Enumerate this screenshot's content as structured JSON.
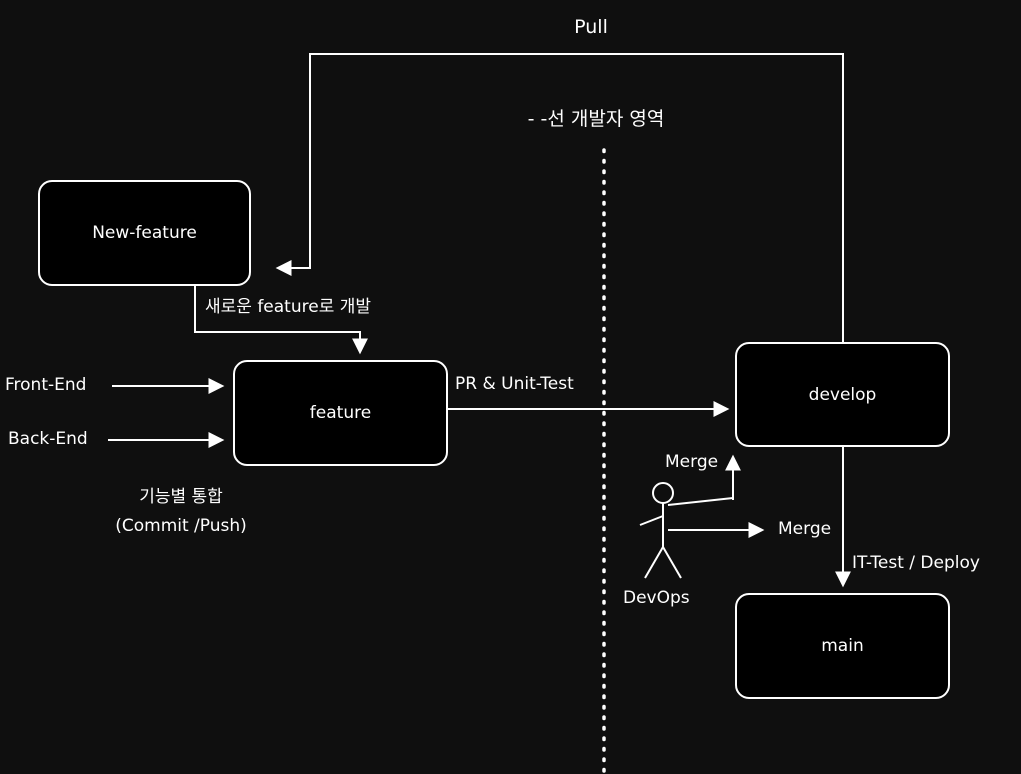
{
  "diagram": {
    "title": "Git branching workflow diagram",
    "colors": {
      "background": "#0f0f0f",
      "node_fill": "#000000",
      "stroke": "#ffffff",
      "text": "#ffffff"
    },
    "nodes": {
      "new_feature": {
        "label": "New-feature"
      },
      "feature": {
        "label": "feature"
      },
      "develop": {
        "label": "develop"
      },
      "main": {
        "label": "main"
      }
    },
    "labels": {
      "pull": "Pull",
      "developer_area": "- -선 개발자 영역",
      "new_feature_dev": "새로운 feature로 개발",
      "front_end": "Front-End",
      "back_end": "Back-End",
      "pr_unit_test": "PR & Unit-Test",
      "commit_push_line1": "기능별 통합",
      "commit_push_line2": "(Commit /Push)",
      "merge_up": "Merge",
      "merge_right": "Merge",
      "devops": "DevOps",
      "it_test_deploy": "IT-Test / Deploy"
    }
  }
}
